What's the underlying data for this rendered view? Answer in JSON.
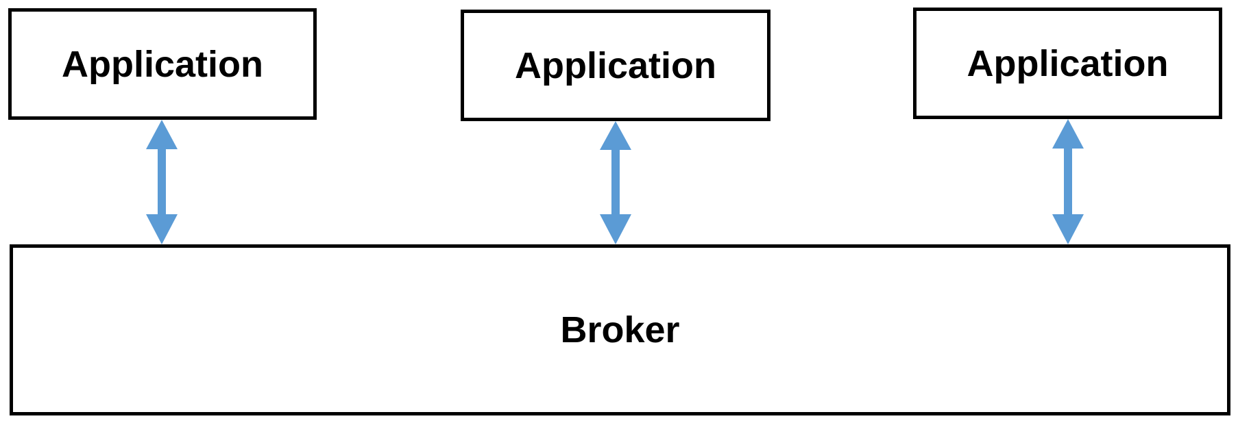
{
  "diagram": {
    "applications": [
      {
        "label": "Application"
      },
      {
        "label": "Application"
      },
      {
        "label": "Application"
      }
    ],
    "broker": {
      "label": "Broker"
    },
    "connectors": [
      {
        "from": "Application",
        "to": "Broker",
        "direction": "bidirectional"
      },
      {
        "from": "Application",
        "to": "Broker",
        "direction": "bidirectional"
      },
      {
        "from": "Application",
        "to": "Broker",
        "direction": "bidirectional"
      }
    ],
    "colors": {
      "arrow": "#5B9BD5",
      "box_border": "#000000",
      "text": "#000000",
      "background": "#ffffff"
    }
  }
}
